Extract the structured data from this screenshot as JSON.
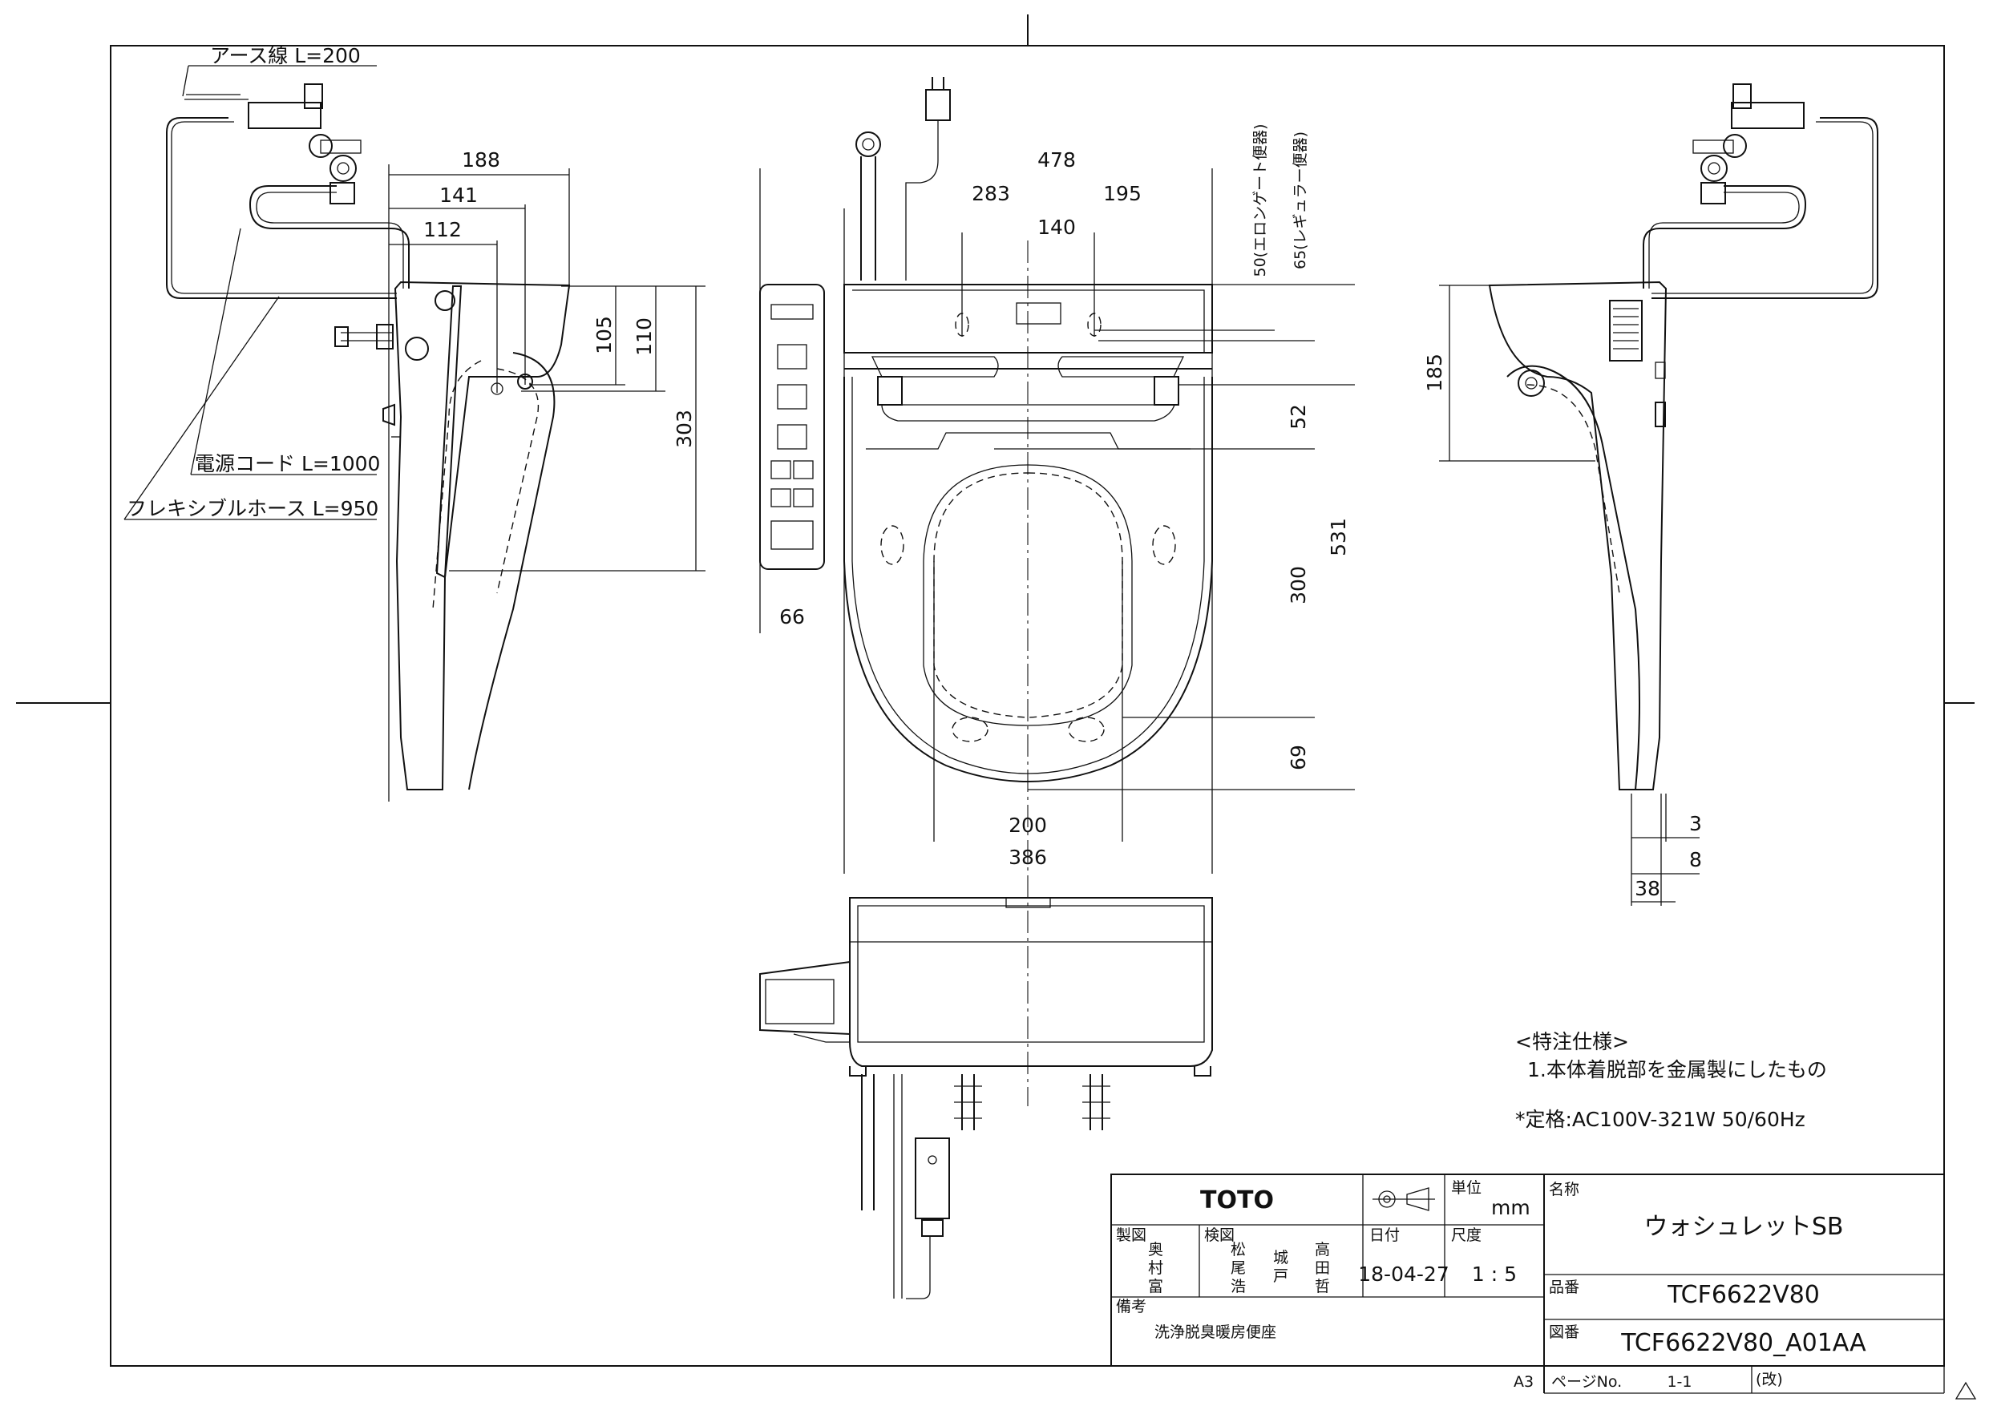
{
  "leaders": {
    "earth_wire": "アース線 L=200",
    "power_cord": "電源コード L=1000",
    "flex_hose": "フレキシブルホース L=950"
  },
  "dimensions": {
    "left_188": "188",
    "left_141": "141",
    "left_112": "112",
    "left_105": "105",
    "left_110": "110",
    "left_303": "303",
    "top_478": "478",
    "top_283": "283",
    "top_195": "195",
    "top_140": "140",
    "v_50": "50(エロンゲート便器)",
    "v_65": "65(レギュラー便器)",
    "v_52": "52",
    "v_531": "531",
    "v_300": "300",
    "v_69": "69",
    "w_66": "66",
    "w_200": "200",
    "w_386": "386",
    "right_185": "185",
    "right_3": "3",
    "right_8": "8",
    "right_38": "38"
  },
  "notes": {
    "special_title": "<特注仕様>",
    "special_item": "1.本体着脱部を金属製にしたもの",
    "rating": "*定格:AC100V-321W 50/60Hz"
  },
  "title_block": {
    "logo": "TOTO",
    "unit_label": "単位",
    "unit_value": "mm",
    "drawn_label": "製図",
    "drawn_names": [
      "奥",
      "村",
      "富"
    ],
    "checked_label": "検図",
    "checked_names_a": [
      "松",
      "尾",
      "浩"
    ],
    "checked_names_b": [
      "城",
      "戸"
    ],
    "checked_names_c": [
      "高",
      "田",
      "哲"
    ],
    "date_label": "日付",
    "date_value": "18-04-27",
    "scale_label": "尺度",
    "scale_value": "1 : 5",
    "remarks_label": "備考",
    "remarks_value": "洗浄脱臭暖房便座",
    "name_label": "名称",
    "name_value": "ウォシュレットSB",
    "part_label": "品番",
    "part_value": "TCF6622V80",
    "drawing_label": "図番",
    "drawing_value": "TCF6622V80_A01AA",
    "sheet_size": "A3",
    "page_label": "ページNo.",
    "page_value": "1-1",
    "revision_label": "(改)"
  }
}
